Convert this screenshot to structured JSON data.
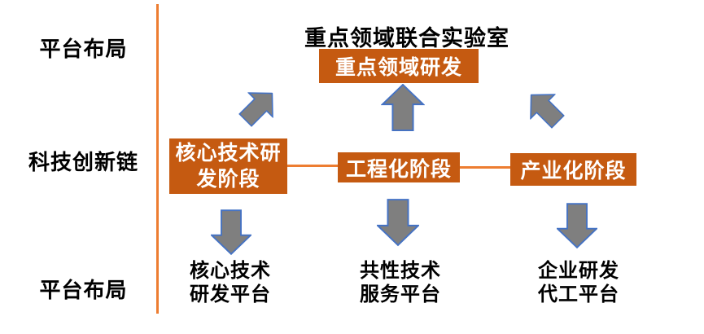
{
  "diagram": {
    "left_labels": {
      "top": "平台布局",
      "middle": "科技创新链",
      "bottom": "平台布局"
    },
    "top_section": {
      "title": "重点领域联合实验室",
      "box_label": "重点领域研发"
    },
    "stages": [
      {
        "label": "核心技术研发阶段"
      },
      {
        "label": "工程化阶段"
      },
      {
        "label": "产业化阶段"
      }
    ],
    "platforms": [
      {
        "line1": "核心技术",
        "line2": "研发平台"
      },
      {
        "line1": "共性技术",
        "line2": "服务平台"
      },
      {
        "line1": "企业研发",
        "line2": "代工平台"
      }
    ],
    "colors": {
      "box_fill": "#C55A11",
      "connector_orange": "#ED7D31",
      "arrow_fill": "#7F7F7F",
      "arrow_stroke": "#4472C4",
      "text_dark": "#000000",
      "text_light": "#FFFFFF"
    }
  }
}
